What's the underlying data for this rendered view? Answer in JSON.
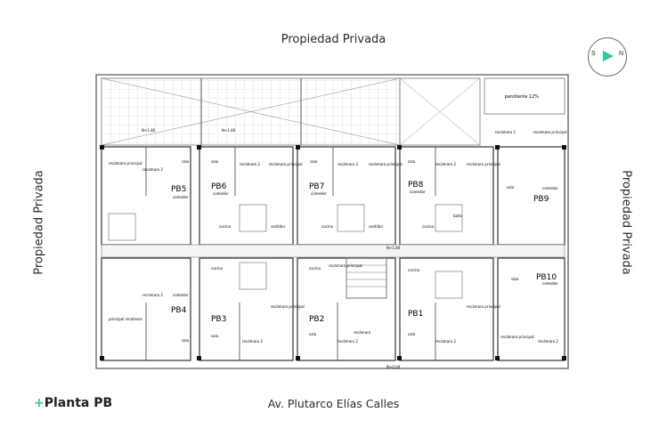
{
  "labels": {
    "top": "Propiedad Privada",
    "bottom": "Av. Plutarco Elías Calles",
    "left": "Propiedad Privada",
    "right": "Propiedad Privada"
  },
  "brand": {
    "plus": "+",
    "text": "Planta PB"
  },
  "compass": {
    "s": "S",
    "n": "N",
    "icon": "north-arrow-icon",
    "accent": "#2fc7a1"
  },
  "units": {
    "pb1": "PB1",
    "pb2": "PB2",
    "pb3": "PB3",
    "pb4": "PB4",
    "pb5": "PB5",
    "pb6": "PB6",
    "pb7": "PB7",
    "pb8": "PB8",
    "pb9": "PB9",
    "pb10": "PB10"
  },
  "rooms": {
    "sala": "sala",
    "comedor": "comedor",
    "cocina": "cocina",
    "recamara2": "recámara 2",
    "recamara": "recámara",
    "recamara_principal": "recámara principal",
    "principal_recamara": "principal recámara",
    "bano": "baño",
    "vestidor": "vestidor"
  },
  "ramp": "pendiente 12%",
  "levels": {
    "a": "N+1.80",
    "b": "N+1.80",
    "c": "N+1.80",
    "d": "N+0.00"
  }
}
